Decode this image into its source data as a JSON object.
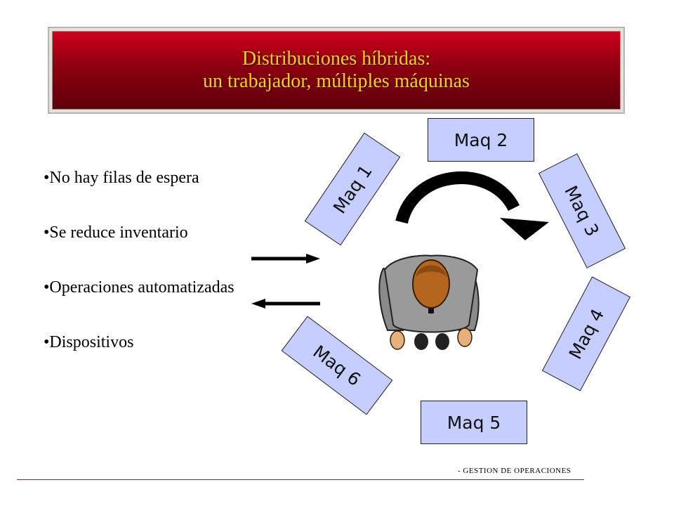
{
  "title": {
    "line1": "Distribuciones híbridas:",
    "line2": "un trabajador, múltiples máquinas"
  },
  "bullets": [
    "•No hay filas de espera",
    "•Se reduce inventario",
    "•Operaciones automatizadas",
    "•Dispositivos"
  ],
  "machines": [
    {
      "label": "Maq 1"
    },
    {
      "label": "Maq 2"
    },
    {
      "label": "Maq 3"
    },
    {
      "label": "Maq 4"
    },
    {
      "label": "Maq 5"
    },
    {
      "label": "Maq 6"
    }
  ],
  "footer": "- GESTION DE OPERACIONES",
  "colors": {
    "title_bg": "#8c0010",
    "title_text": "#f2d21b",
    "machine_fill": "#c6ceff",
    "footer_line": "#8a2a2a"
  }
}
